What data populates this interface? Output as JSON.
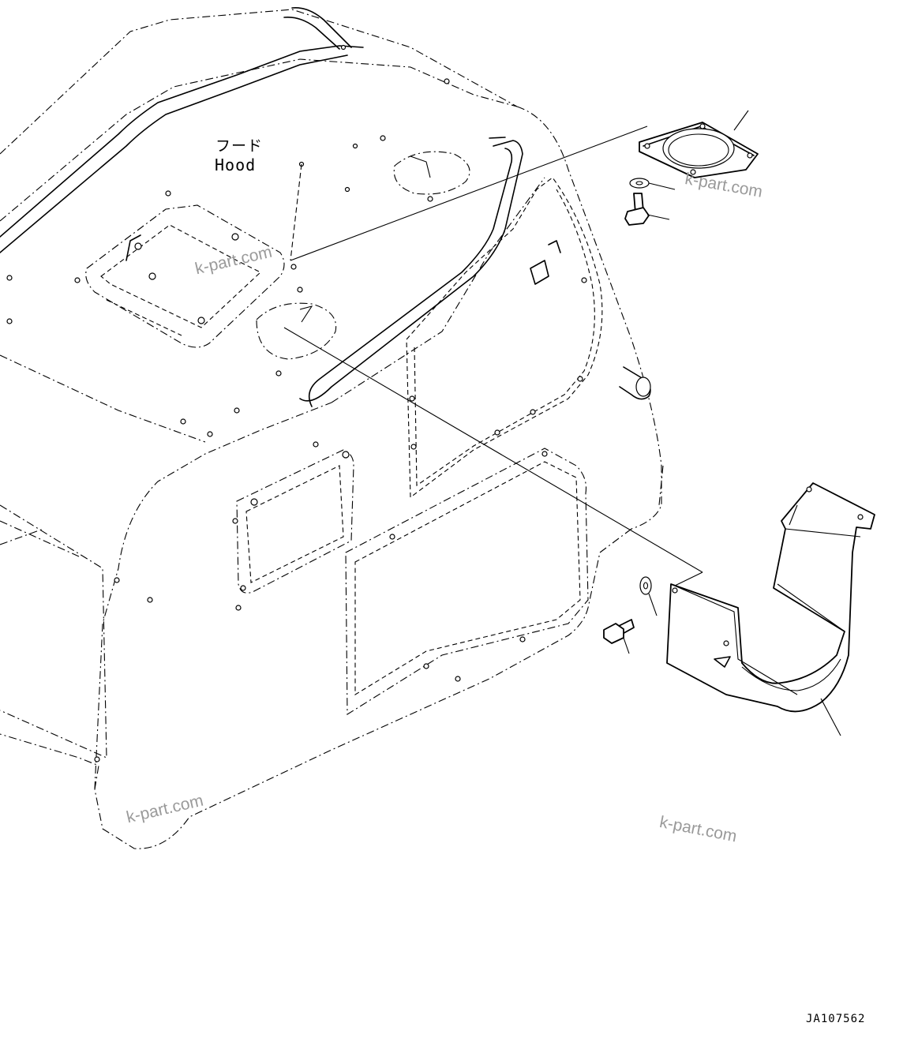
{
  "labels": {
    "part_name_japanese": "フード",
    "part_name_english": "Hood"
  },
  "watermarks": [
    "k-part.com",
    "k-part.com",
    "k-part.com",
    "k-part.com"
  ],
  "drawing_id": "JA107562"
}
